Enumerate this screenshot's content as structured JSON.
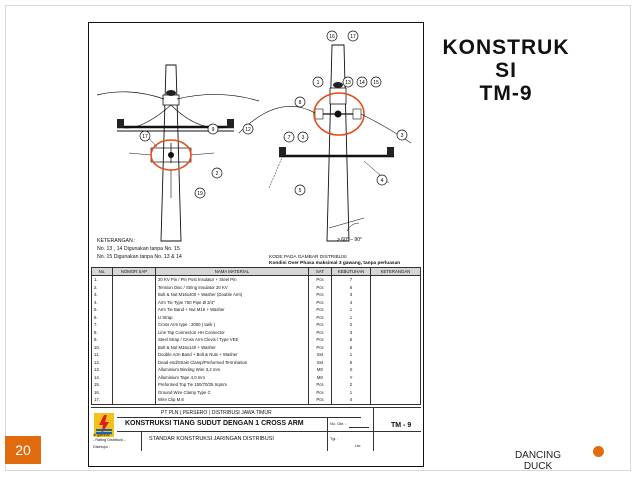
{
  "slide": {
    "title_line1": "KONSTRUK",
    "title_line2": "SI",
    "title_line3": "TM-9",
    "page_number": "20",
    "brand_line1": "DANCING",
    "brand_line2": "DUCK"
  },
  "drawing": {
    "callouts": [
      "16",
      "17",
      "1",
      "13",
      "14",
      "15",
      "8",
      "7",
      "3",
      "3",
      "9",
      "12",
      "17",
      "2",
      "4",
      "19",
      "5"
    ],
    "angle_label": "> 60° – 90°",
    "legend_title": "KETERANGAN :",
    "legend_line1": "No. 13 , 14 Digunakan tanpa No. 15",
    "legend_line2": "No. 15 Digunakan tanpa No. 13 & 14",
    "phase_code_label": "KODE PADA GAMBAR DISTRIBUSI",
    "phase_condition": "Kondisi Over Phasa maksimal 3 gawang, tanpa perluasan"
  },
  "table": {
    "headers": [
      "No.",
      "NOMOR SAP",
      "NAMA MATERIAL",
      "SAT",
      "KEBUTUHAN",
      "KETERANGAN"
    ],
    "rows": [
      [
        "1.",
        "",
        "20 KV Pin / Pin Post Insulator + Steel Pin",
        "Pcs",
        "7",
        ""
      ],
      [
        "2.",
        "",
        "Tension Disc / String Insulator 20 KV",
        "Pcs",
        "6",
        ""
      ],
      [
        "3.",
        "",
        "Bolt & Nut M16x400 + Washer (Double Arm)",
        "Pcs",
        "3",
        ""
      ],
      [
        "4.",
        "",
        "Arm Tie Type 750 Pipe Ø 3/4\"",
        "Pcs",
        "4",
        ""
      ],
      [
        "5.",
        "",
        "Arm Tie Band + Nut M16 + Washer",
        "Pcs",
        "1",
        ""
      ],
      [
        "6.",
        "",
        "U Strap",
        "Pcs",
        "1",
        ""
      ],
      [
        "7.",
        "",
        "Cross Arm type : 2000 ( tarik )",
        "Pcs",
        "2",
        ""
      ],
      [
        "8.",
        "",
        "Line Tap Connector/ HH Connector",
        "Pcs",
        "3",
        ""
      ],
      [
        "9.",
        "",
        "Steel Strap / Cross Arm Clevis / Type VEE",
        "Pcs",
        "6",
        ""
      ],
      [
        "10.",
        "",
        "Bolt & Nut M16x140 + Washer",
        "Pcs",
        "6",
        ""
      ],
      [
        "11.",
        "",
        "Double Arm Band + Bolt & Nuts + Washer",
        "Set",
        "1",
        ""
      ],
      [
        "12.",
        "",
        "Dead end/Strain Clamp/Preformed Termination",
        "Set",
        "6",
        ""
      ],
      [
        "13.",
        "",
        "Alluminium Binding Wire 3,2 mm",
        "Mtr",
        "X",
        ""
      ],
      [
        "14.",
        "",
        "Alluminium Tape 4,0 mm",
        "Mtr",
        "Y",
        ""
      ],
      [
        "15.",
        "",
        "Preformed Top Tie 150/70/35 Sqmm",
        "Pcs",
        "2",
        ""
      ],
      [
        "16.",
        "",
        "Ground Wire Clamp Type C",
        "Pcs",
        "1",
        ""
      ],
      [
        "17.",
        "",
        "Wire Clip M.8",
        "Pcs",
        "4",
        ""
      ]
    ]
  },
  "title_block": {
    "company": "PT PLN ( PERSERO ) DISTRIBUSI JAWA TIMUR",
    "drawing_title": "KONSTRUKSI TIANG SUDUT DENGAN 1 CROSS ARM",
    "standard": "STANDAR KONSTRUKSI JARINGAN DISTRIBUSI",
    "note_line1": "di gambar : ",
    "note_line2": "- Rating Distribusi -",
    "designer_label": "Disetujui :",
    "number_label": "No. Gbr. :",
    "date_label": "Tgl. :",
    "sheet_label": "Lbr.",
    "code": "TM - 9"
  }
}
